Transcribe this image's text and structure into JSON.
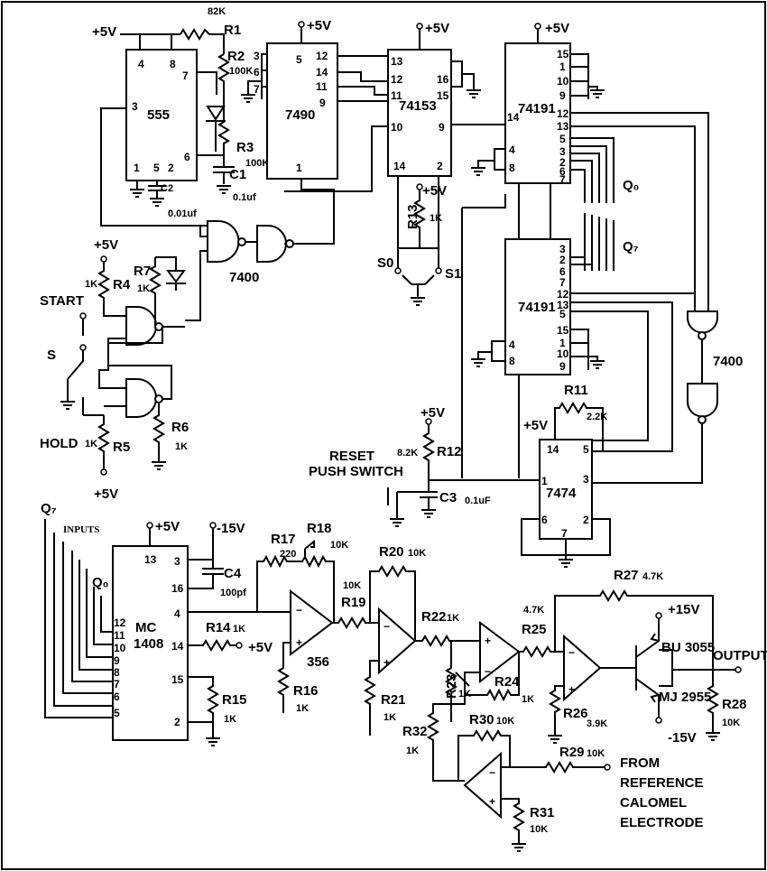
{
  "supply": {
    "plus5": "+5V",
    "plus15": "+15V",
    "minus15": "-15V"
  },
  "ics": {
    "timer": "555",
    "decade_counter": "7490",
    "multiplexer": "74153",
    "counter_a": "74191",
    "counter_b": "74191",
    "nand_a": "7400",
    "nand_b": "7400",
    "flipflop": "7474",
    "dac_line1": "MC",
    "dac_line2": "1408",
    "opamp": "356",
    "transistor_npn": "BU 3055",
    "transistor_pnp": "MJ 2955"
  },
  "pins": {
    "p555": [
      "4",
      "8",
      "7",
      "3",
      "6",
      "1",
      "5",
      "2"
    ],
    "p7490": [
      "3",
      "6",
      "7",
      "5",
      "12",
      "14",
      "11",
      "9",
      "1"
    ],
    "p74153": [
      "13",
      "12",
      "11",
      "10",
      "16",
      "15",
      "9",
      "14",
      "2"
    ],
    "p74191a": [
      "15",
      "1",
      "10",
      "9",
      "12",
      "13",
      "5",
      "3",
      "2",
      "6",
      "7",
      "4",
      "8",
      "14"
    ],
    "p74191b": [
      "3",
      "2",
      "6",
      "7",
      "12",
      "13",
      "5",
      "15",
      "1",
      "10",
      "9",
      "4",
      "8"
    ],
    "p7474": [
      "14",
      "5",
      "1",
      "3",
      "6",
      "7",
      "2"
    ],
    "p1408": [
      "13",
      "3",
      "16",
      "4",
      "14",
      "15",
      "2",
      "12",
      "11",
      "10",
      "9",
      "8",
      "7",
      "6",
      "5"
    ]
  },
  "components": {
    "R1": "R1",
    "R1v": "82K",
    "R2": "R2",
    "R2v": "100K",
    "R3": "R3",
    "R3v": "100K",
    "C1": "C1",
    "C1v": "0.1uf",
    "C2": "C2",
    "C2v": "0.01uf",
    "R4": "R4",
    "R4v": "1K",
    "R5": "R5",
    "R5v": "1K",
    "R6": "R6",
    "R6v": "1K",
    "R7": "R7",
    "R7v": "1K",
    "R11": "R11",
    "R11v": "2.2K",
    "R12": "R12",
    "R12v": "8.2K",
    "C3": "C3",
    "C3v": "0.1uF",
    "R13": "R13",
    "R13v": "1K",
    "C4": "C4",
    "C4v": "100pf",
    "R14": "R14",
    "R14v": "1K",
    "R15": "R15",
    "R15v": "1K",
    "R16": "R16",
    "R16v": "1K",
    "R17": "R17",
    "R17v": "220",
    "R18": "R18",
    "R18v": "10K",
    "R19": "R19",
    "R19v": "10K",
    "R20": "R20",
    "R20v": "10K",
    "R21": "R21",
    "R21v": "1K",
    "R22": "R22",
    "R22v": "1K",
    "R23": "R23",
    "R23v": "1K",
    "R24": "R24",
    "R24v": "1K",
    "R25": "R25",
    "R25v": "4.7K",
    "R26": "R26",
    "R26v": "3.9K",
    "R27": "R27",
    "R27v": "4.7K",
    "R28": "R28",
    "R28v": "10K",
    "R29": "R29",
    "R29v": "10K",
    "R30": "R30",
    "R30v": "10K",
    "R31": "R31",
    "R31v": "10K",
    "R32": "R32",
    "R32v": "1K"
  },
  "labels": {
    "start": "START",
    "s": "S",
    "hold": "HOLD",
    "s0": "S0",
    "s1": "S1",
    "reset1": "RESET",
    "reset2": "PUSH SWITCH",
    "q0": "Q₀",
    "q7": "Q₇",
    "inputs": "INPUTS",
    "output": "OUTPUT",
    "from1": "FROM",
    "from2": "REFERENCE",
    "from3": "CALOMEL",
    "from4": "ELECTRODE"
  },
  "colors": {
    "ink": "#000000",
    "paper": "#ffffff"
  }
}
